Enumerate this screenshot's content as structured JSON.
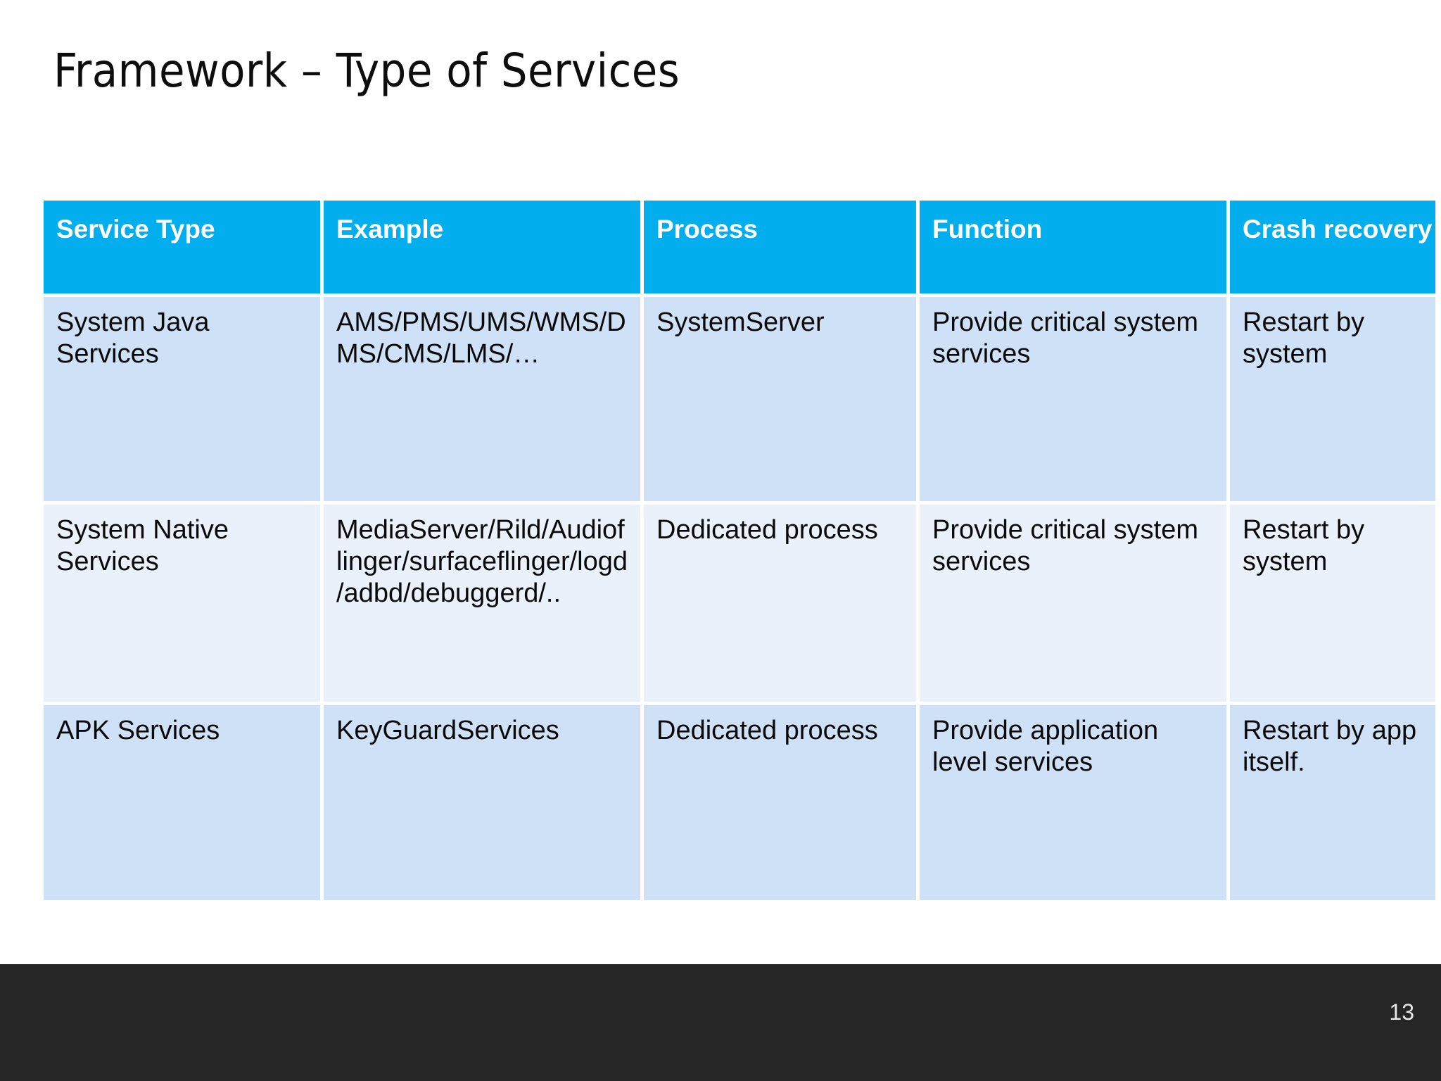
{
  "slide": {
    "title": "Framework – Type of Services",
    "page_number": "13",
    "accent_color": "#03AEEF",
    "row_color_a": "#CFE1F6",
    "row_color_b": "#EAF1FB",
    "footer_color": "#262626",
    "background_color": "#FFFFFF"
  },
  "table": {
    "headers": [
      "Service Type",
      "Example",
      "Process",
      "Function",
      "Crash recovery"
    ],
    "rows": [
      {
        "service_type": "System Java Services",
        "example": "AMS/PMS/UMS/WMS/DMS/CMS/LMS/…",
        "process": "SystemServer",
        "function": "Provide critical system services",
        "crash_recovery": "Restart by system"
      },
      {
        "service_type": "System Native Services",
        "example": "MediaServer/Rild/Audioflinger/surfaceflinger/logd/adbd/debuggerd/..",
        "process": "Dedicated process",
        "function": "Provide critical system services",
        "crash_recovery": "Restart by system"
      },
      {
        "service_type": "APK Services",
        "example": "KeyGuardServices",
        "process": "Dedicated process",
        "function": "Provide application level services",
        "crash_recovery": "Restart by app itself."
      }
    ]
  }
}
